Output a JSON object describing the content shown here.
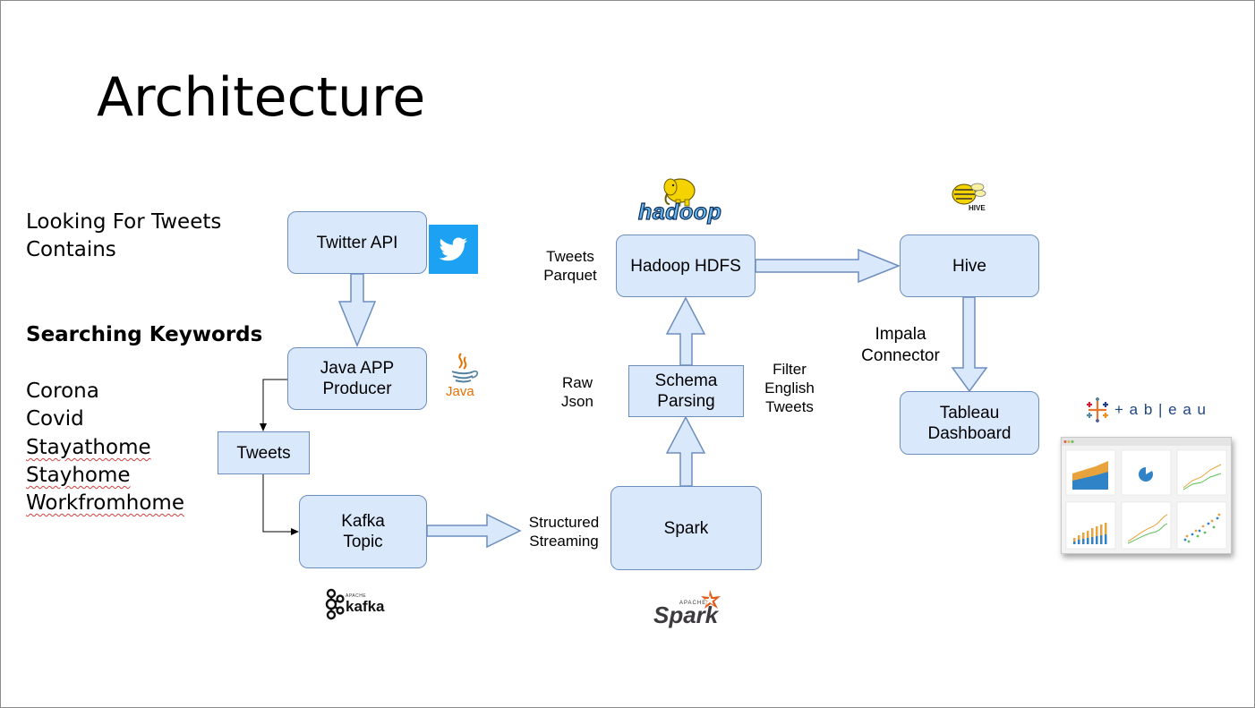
{
  "slide": {
    "title": "Architecture",
    "intro_line1": "Looking For Tweets",
    "intro_line2": "Contains",
    "keywords_heading": "Searching Keywords",
    "keywords": [
      "Corona",
      "Covid",
      "Stayathome",
      "Stayhome",
      "Workfromhome"
    ]
  },
  "diagram": {
    "nodes": {
      "twitter_api": "Twitter API",
      "java_app_line1": "Java APP",
      "java_app_line2": "Producer",
      "tweets": "Tweets",
      "kafka_line1": "Kafka",
      "kafka_line2": "Topic",
      "spark": "Spark",
      "schema_line1": "Schema",
      "schema_line2": "Parsing",
      "hdfs": "Hadoop HDFS",
      "hive": "Hive",
      "tableau_line1": "Tableau",
      "tableau_line2": "Dashboard"
    },
    "labels": {
      "structured_streaming_line1": "Structured",
      "structured_streaming_line2": "Streaming",
      "raw_json_line1": "Raw",
      "raw_json_line2": "Json",
      "filter_line1": "Filter",
      "filter_line2": "English",
      "filter_line3": "Tweets",
      "tweets_parquet_line1": "Tweets",
      "tweets_parquet_line2": "Parquet",
      "impala_line1": "Impala",
      "impala_line2": "Connector"
    }
  },
  "logos": {
    "java": "Java",
    "kafka": "kafka",
    "kafka_small": "APACHE",
    "spark": "Spark",
    "spark_small": "APACHE",
    "hadoop": "hadoop",
    "hive": "HIVE",
    "tableau": "+ a b | e a u"
  },
  "colors": {
    "box_fill": "#dae8fc",
    "box_stroke": "#6c8ebf",
    "twitter_blue": "#1da1f2",
    "java_red": "#e76f00",
    "spark_orange": "#e25a1c",
    "hadoop_yellow": "#f5d300"
  },
  "icons": [
    "twitter-bird-icon",
    "java-cup-icon",
    "kafka-logo-icon",
    "spark-star-icon",
    "hadoop-elephant-icon",
    "hive-bee-icon",
    "tableau-cross-icon",
    "dashboard-thumbnail"
  ]
}
